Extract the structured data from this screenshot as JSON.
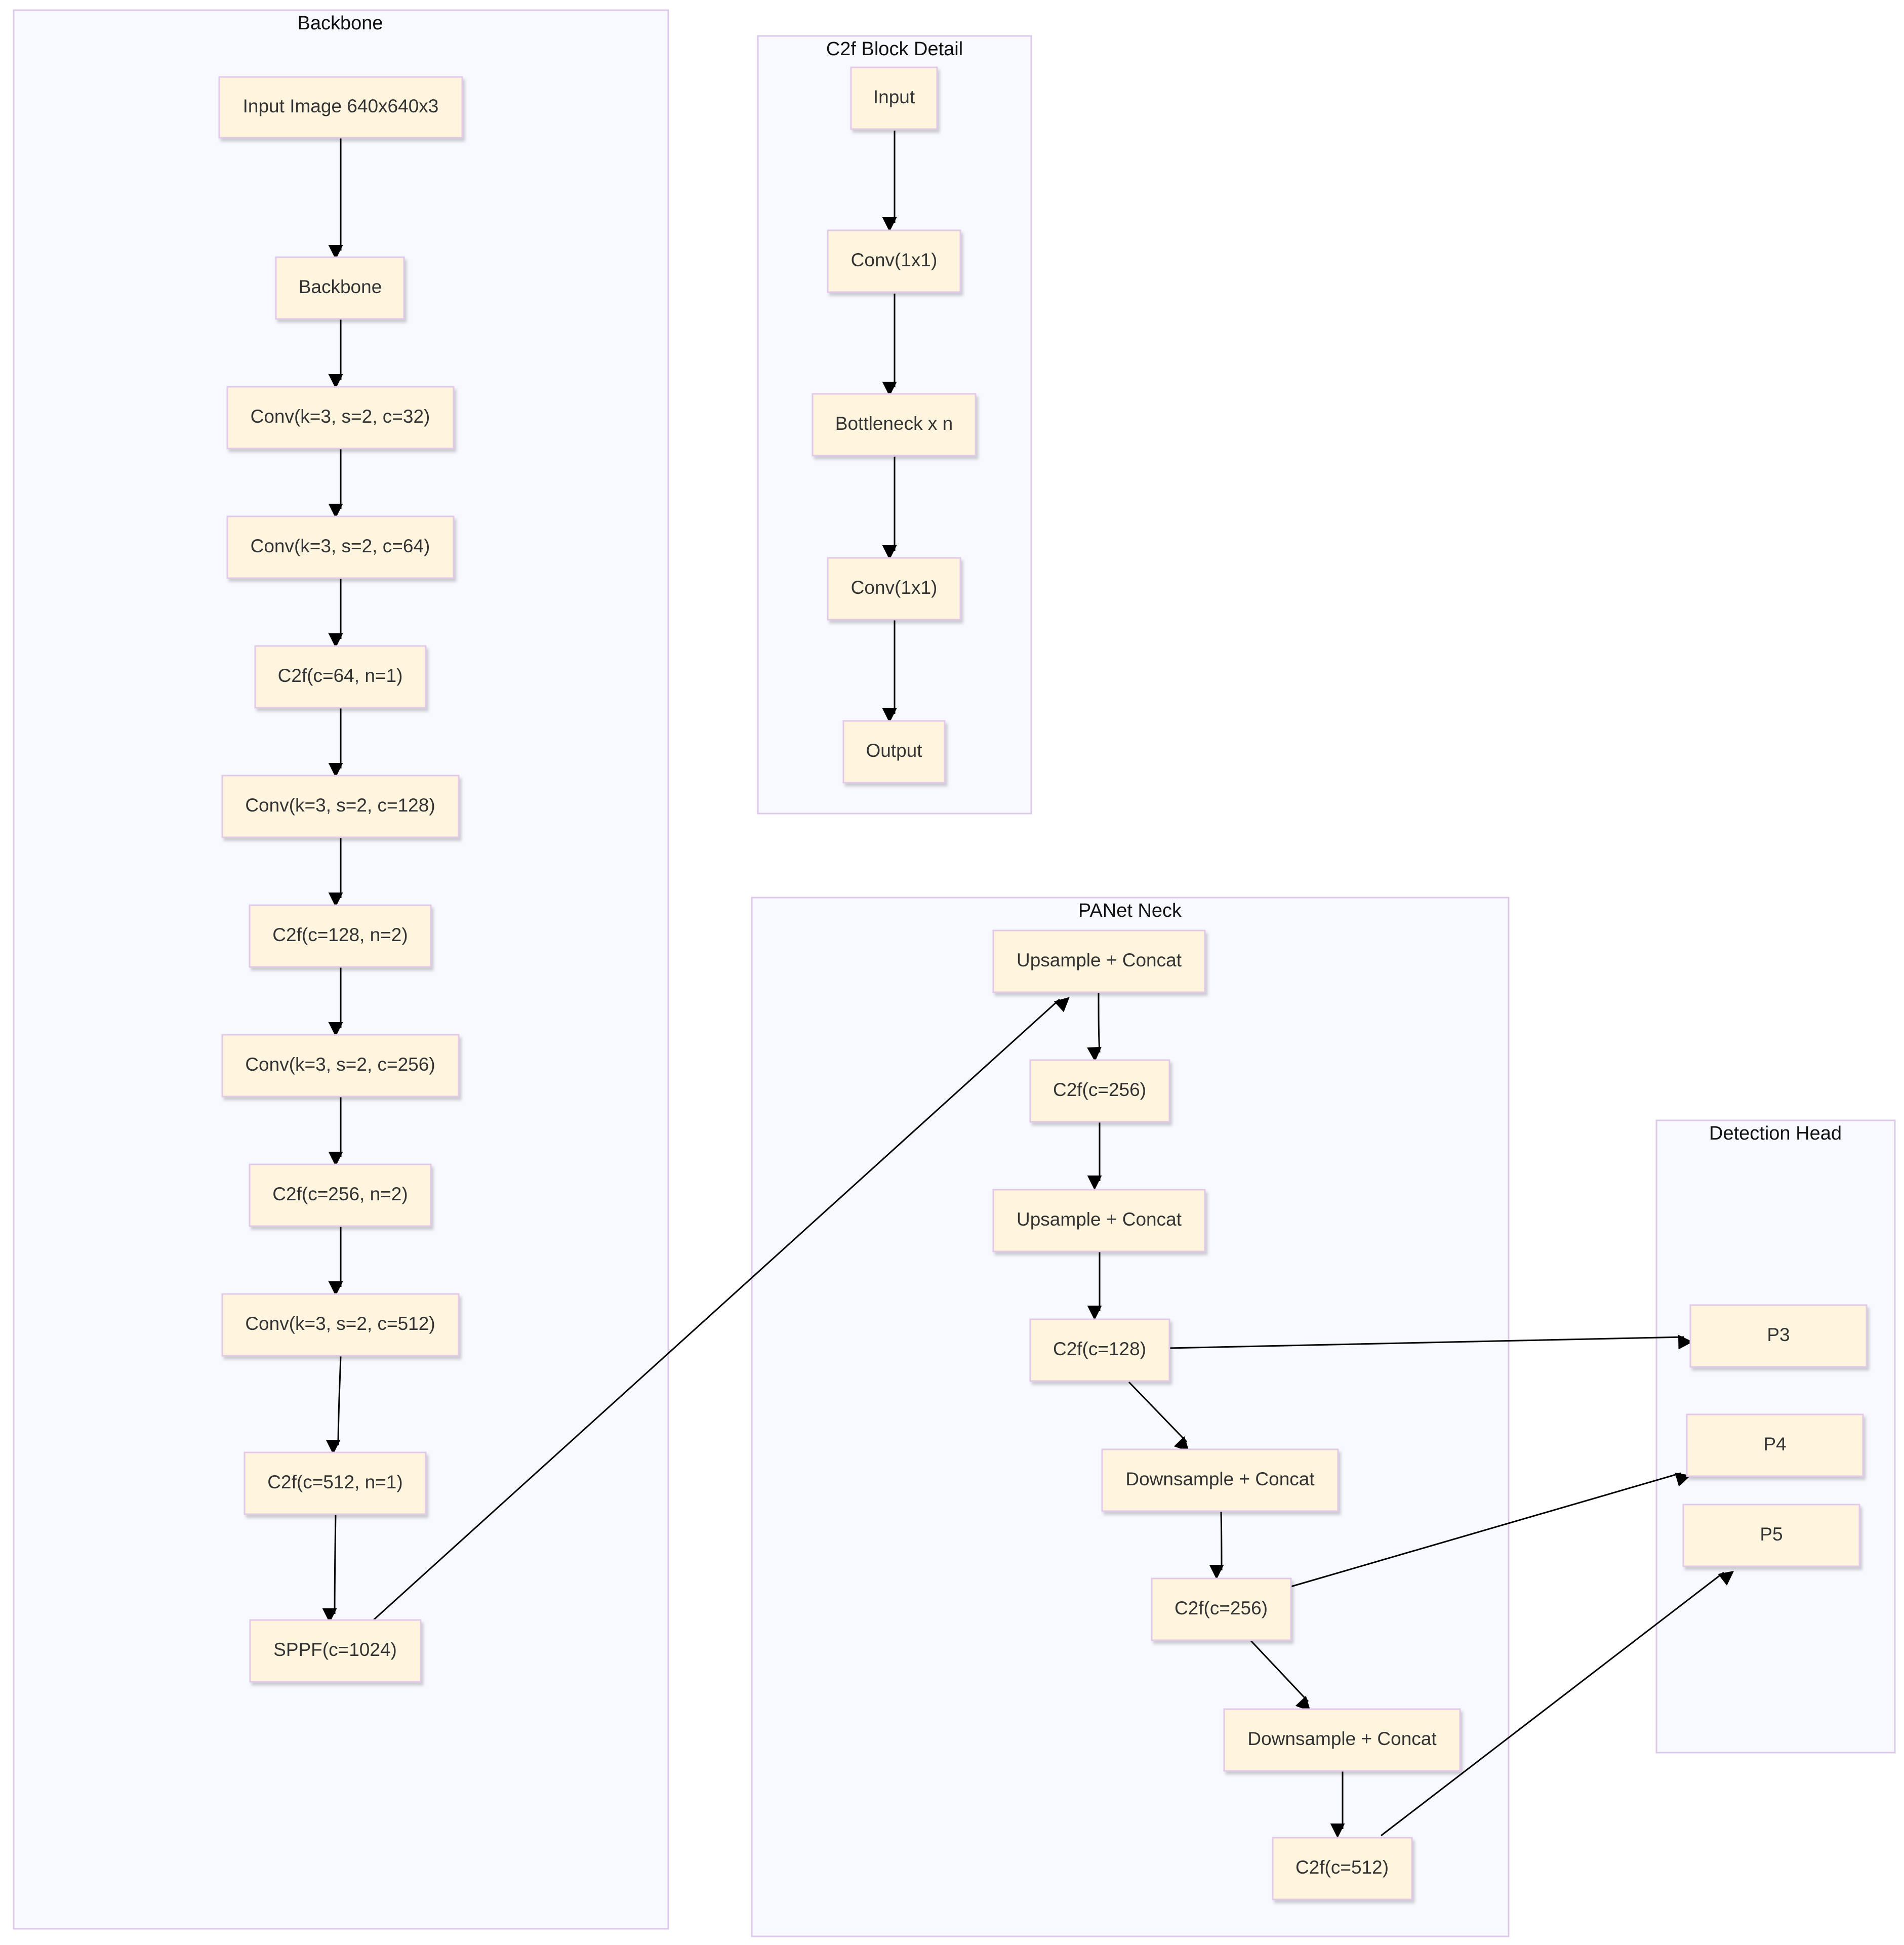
{
  "clusters": {
    "backbone": {
      "title": "Backbone"
    },
    "c2f_detail": {
      "title": "C2f Block Detail"
    },
    "panet_neck": {
      "title": "PANet Neck"
    },
    "detection_head": {
      "title": "Detection Head"
    }
  },
  "nodes": {
    "input_image": "Input Image 640x640x3",
    "backbone": "Backbone",
    "conv_32": "Conv(k=3, s=2, c=32)",
    "conv_64": "Conv(k=3, s=2, c=64)",
    "c2f_64": "C2f(c=64, n=1)",
    "conv_128": "Conv(k=3, s=2, c=128)",
    "c2f_128_bb": "C2f(c=128, n=2)",
    "conv_256": "Conv(k=3, s=2, c=256)",
    "c2f_256_bb": "C2f(c=256, n=2)",
    "conv_512": "Conv(k=3, s=2, c=512)",
    "c2f_512_bb": "C2f(c=512, n=1)",
    "sppf": "SPPF(c=1024)",
    "c2f_input": "Input",
    "c2f_conv_a": "Conv(1x1)",
    "c2f_bottleneck": "Bottleneck x n",
    "c2f_conv_b": "Conv(1x1)",
    "c2f_output": "Output",
    "neck_upsample_1": "Upsample + Concat",
    "neck_c2f_256_a": "C2f(c=256)",
    "neck_upsample_2": "Upsample + Concat",
    "neck_c2f_128": "C2f(c=128)",
    "neck_downsample_1": "Downsample + Concat",
    "neck_c2f_256_b": "C2f(c=256)",
    "neck_downsample_2": "Downsample + Concat",
    "neck_c2f_512": "C2f(c=512)",
    "head_p3": "P3",
    "head_p4": "P4",
    "head_p5": "P5"
  },
  "edges": [
    {
      "from": "input_image",
      "to": "backbone"
    },
    {
      "from": "backbone",
      "to": "conv_32"
    },
    {
      "from": "conv_32",
      "to": "conv_64"
    },
    {
      "from": "conv_64",
      "to": "c2f_64"
    },
    {
      "from": "c2f_64",
      "to": "conv_128"
    },
    {
      "from": "conv_128",
      "to": "c2f_128_bb"
    },
    {
      "from": "c2f_128_bb",
      "to": "conv_256"
    },
    {
      "from": "conv_256",
      "to": "c2f_256_bb"
    },
    {
      "from": "c2f_256_bb",
      "to": "conv_512"
    },
    {
      "from": "conv_512",
      "to": "c2f_512_bb"
    },
    {
      "from": "c2f_512_bb",
      "to": "sppf"
    },
    {
      "from": "sppf",
      "to": "neck_upsample_1"
    },
    {
      "from": "c2f_input",
      "to": "c2f_conv_a"
    },
    {
      "from": "c2f_conv_a",
      "to": "c2f_bottleneck"
    },
    {
      "from": "c2f_bottleneck",
      "to": "c2f_conv_b"
    },
    {
      "from": "c2f_conv_b",
      "to": "c2f_output"
    },
    {
      "from": "neck_upsample_1",
      "to": "neck_c2f_256_a"
    },
    {
      "from": "neck_c2f_256_a",
      "to": "neck_upsample_2"
    },
    {
      "from": "neck_upsample_2",
      "to": "neck_c2f_128"
    },
    {
      "from": "neck_c2f_128",
      "to": "head_p3"
    },
    {
      "from": "neck_c2f_128",
      "to": "neck_downsample_1"
    },
    {
      "from": "neck_downsample_1",
      "to": "neck_c2f_256_b"
    },
    {
      "from": "neck_c2f_256_b",
      "to": "head_p4"
    },
    {
      "from": "neck_c2f_256_b",
      "to": "neck_downsample_2"
    },
    {
      "from": "neck_downsample_2",
      "to": "neck_c2f_512"
    },
    {
      "from": "neck_c2f_512",
      "to": "head_p5"
    }
  ]
}
